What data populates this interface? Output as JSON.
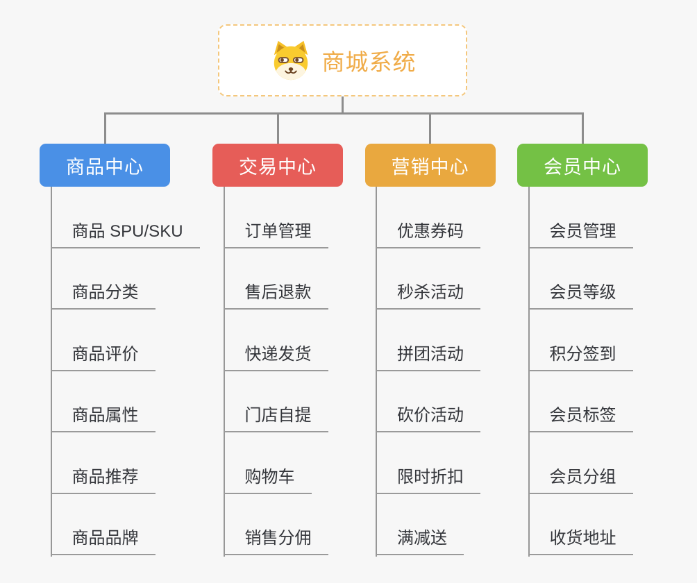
{
  "root": {
    "title": "商城系统",
    "icon": "dog-face-icon",
    "title_color": "#f0ac49",
    "border_color": "#f4c77c"
  },
  "branches": [
    {
      "id": "product-center",
      "label": "商品中心",
      "color": "#4a90e6",
      "children": [
        "商品 SPU/SKU",
        "商品分类",
        "商品评价",
        "商品属性",
        "商品推荐",
        "商品品牌"
      ]
    },
    {
      "id": "trade-center",
      "label": "交易中心",
      "color": "#e65d58",
      "children": [
        "订单管理",
        "售后退款",
        "快递发货",
        "门店自提",
        "购物车",
        "销售分佣"
      ]
    },
    {
      "id": "marketing-center",
      "label": "营销中心",
      "color": "#e9a83f",
      "children": [
        "优惠券码",
        "秒杀活动",
        "拼团活动",
        "砍价活动",
        "限时折扣",
        "满减送"
      ]
    },
    {
      "id": "member-center",
      "label": "会员中心",
      "color": "#74c145",
      "children": [
        "会员管理",
        "会员等级",
        "积分签到",
        "会员标签",
        "会员分组",
        "收货地址"
      ]
    }
  ],
  "colors": {
    "background": "#f7f7f7",
    "tree_line": "#8d8d8d",
    "leaf_underline": "#9a9a9a",
    "leaf_text": "#34363b"
  }
}
